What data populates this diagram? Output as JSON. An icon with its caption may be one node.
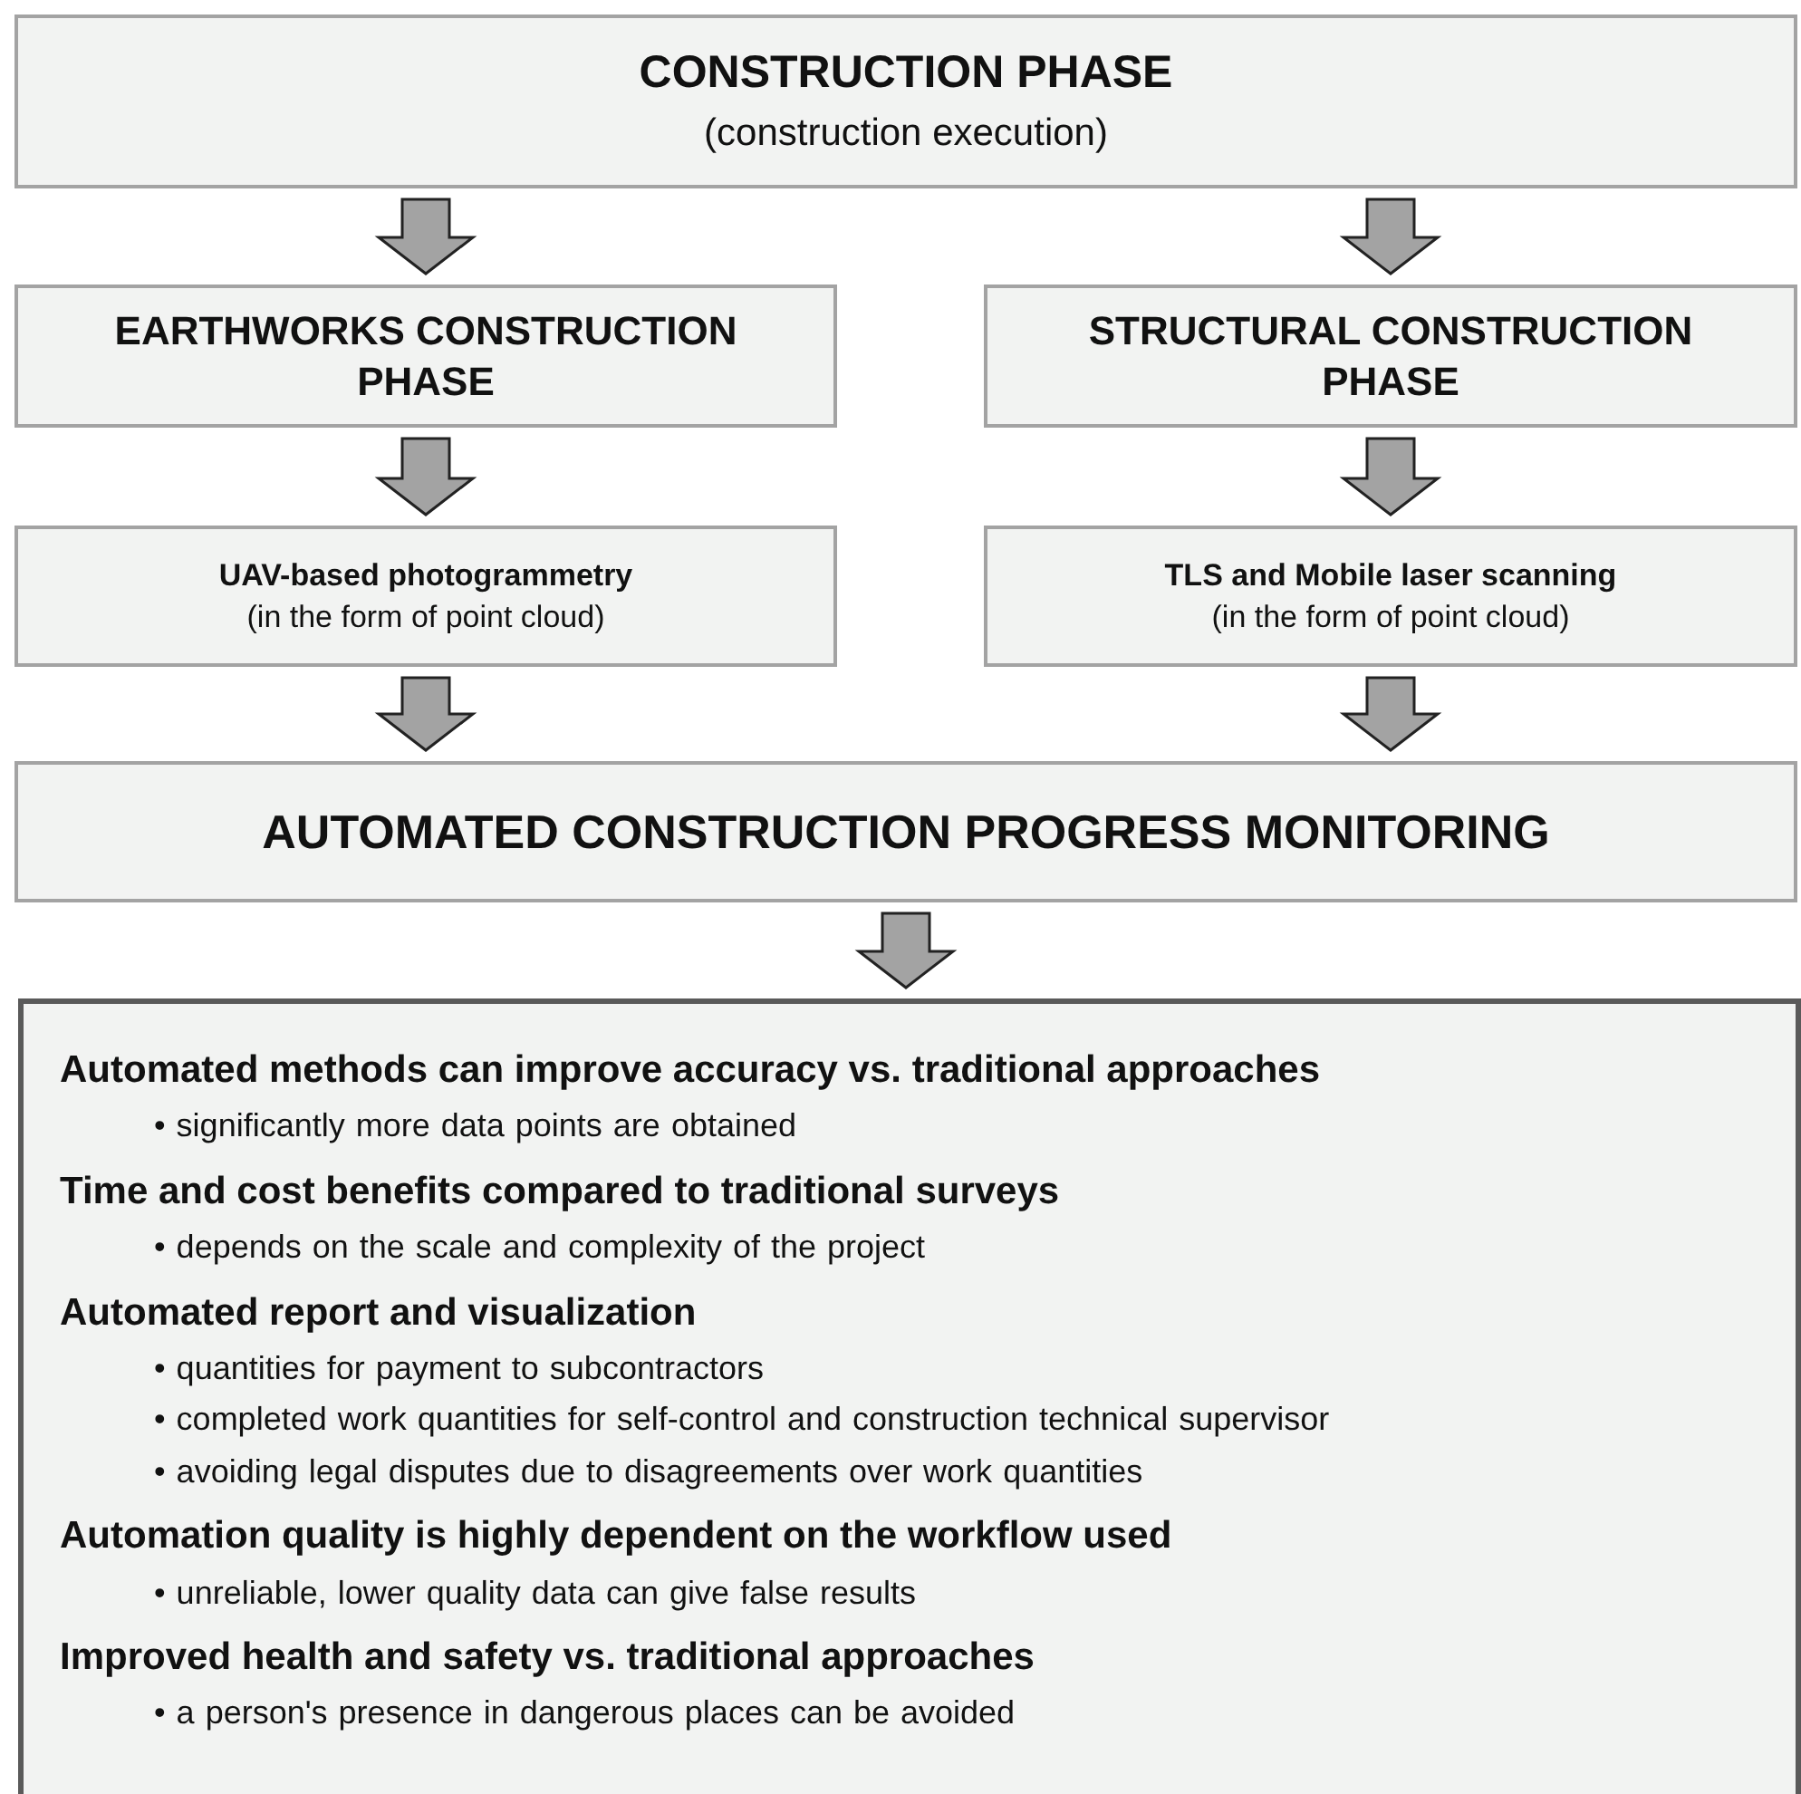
{
  "diagram": {
    "nodes": [
      {
        "text": [
          "CONSTRUCTION PHASE",
          "(construction execution)"
        ]
      },
      {
        "text": [
          "EARTHWORKS CONSTRUCTION PHASE"
        ]
      },
      {
        "text": [
          "STRUCTURAL CONSTRUCTION PHASE"
        ]
      },
      {
        "text": [
          "UAV-based photogrammetry",
          "(in the form of point cloud)"
        ]
      },
      {
        "text": [
          "TLS and Mobile laser scanning",
          "(in the form of point cloud)"
        ]
      },
      {
        "text": [
          "AUTOMATED CONSTRUCTION PROGRESS MONITORING"
        ]
      },
      {
        "text": [
          "Automated methods can improve accuracy vs. traditional approaches",
          "• significantly more data points are obtained",
          "Time and cost benefits compared to traditional surveys",
          "• depends on the scale and complexity of the project",
          "Automated report and visualization",
          "• quantities for payment to subcontractors",
          "• completed work quantities for self-control and construction technical supervisor",
          "• avoiding legal disputes due to disagreements over work quantities",
          "Automation quality is highly dependent on the workflow used",
          "• unreliable, lower quality data can give false results",
          "Improved health and safety vs. traditional approaches",
          "• a person's presence in dangerous places can be avoided"
        ]
      }
    ],
    "edges": [
      {
        "from": 0,
        "to": 1,
        "arrow": "to"
      },
      {
        "from": 0,
        "to": 2,
        "arrow": "to"
      },
      {
        "from": 1,
        "to": 3,
        "arrow": "to"
      },
      {
        "from": 2,
        "to": 4,
        "arrow": "to"
      },
      {
        "from": 3,
        "to": 5,
        "arrow": "to"
      },
      {
        "from": 4,
        "to": 5,
        "arrow": "to"
      },
      {
        "from": 5,
        "to": 6,
        "arrow": "to"
      }
    ]
  }
}
